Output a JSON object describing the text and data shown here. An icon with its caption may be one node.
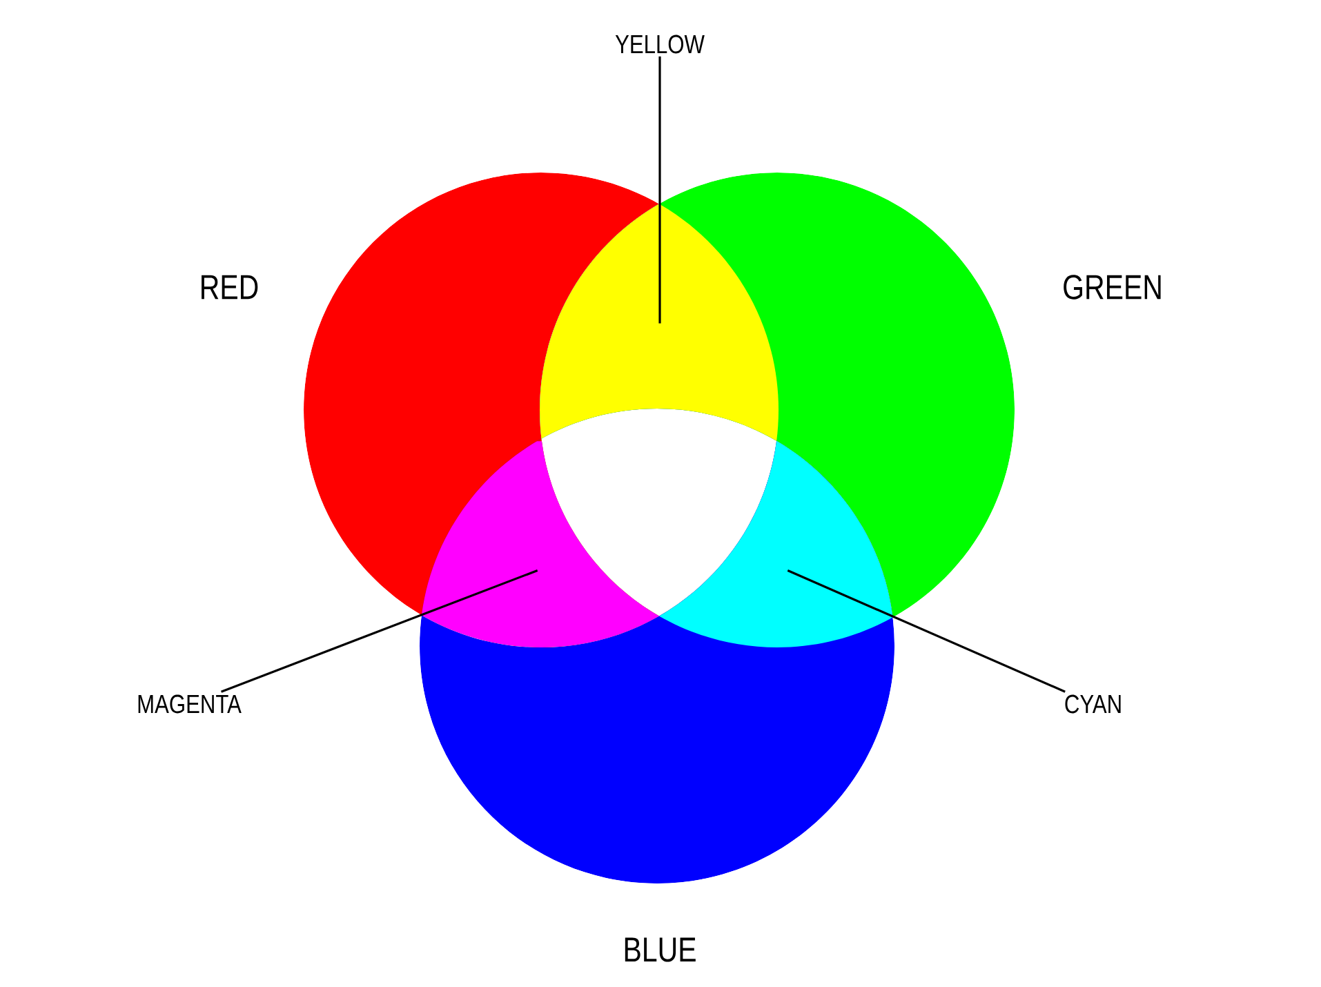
{
  "diagram": {
    "nodes": [
      {
        "text": [
          "YELLOW"
        ]
      },
      {
        "text": [
          "MAGENTA"
        ]
      },
      {
        "text": [
          "CYAN"
        ]
      },
      {
        "text": [],
        "shape": "lens"
      },
      {
        "text": [],
        "shape": "lens"
      },
      {
        "text": [],
        "shape": "lens"
      }
    ],
    "edges": [
      {
        "from": 0,
        "to": 3,
        "arrow": "none"
      },
      {
        "from": 1,
        "to": 4,
        "arrow": "none"
      },
      {
        "from": 2,
        "to": 5,
        "arrow": "none"
      }
    ],
    "labels": [
      "RED",
      "GREEN",
      "BLUE"
    ]
  }
}
